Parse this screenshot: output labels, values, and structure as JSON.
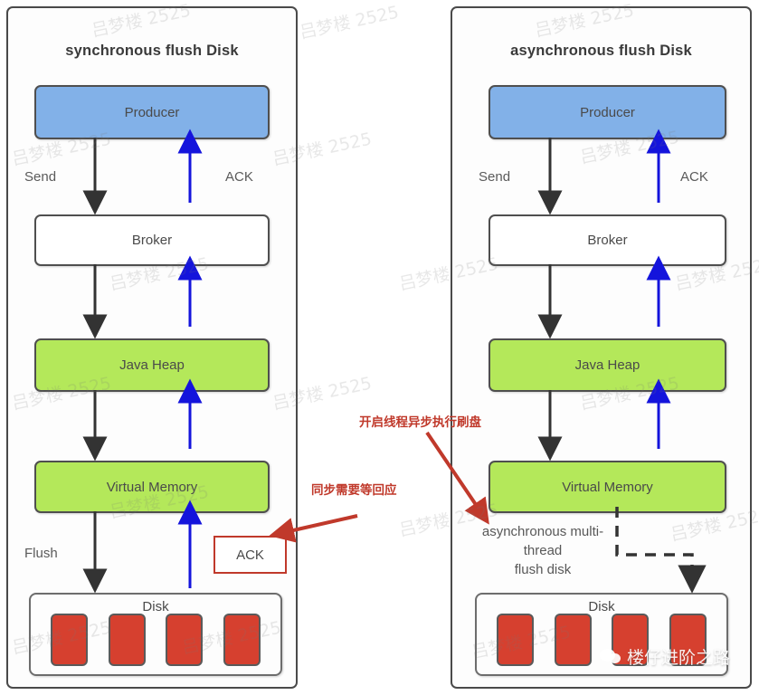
{
  "panels": [
    {
      "id": "synchronous",
      "title": "synchronous flush Disk",
      "nodes": [
        {
          "name": "producer",
          "label": "Producer",
          "color": "#82b1e8"
        },
        {
          "name": "broker",
          "label": "Broker",
          "color": "#ffffff"
        },
        {
          "name": "java-heap",
          "label": "Java Heap",
          "color": "#b4e85a"
        },
        {
          "name": "virtual-memory",
          "label": "Virtual Memory",
          "color": "#b4e85a"
        },
        {
          "name": "disk",
          "label": "Disk",
          "color": "#fdfdfd"
        }
      ],
      "disk_block_count": 4,
      "edge_labels": {
        "send": "Send",
        "ack": "ACK",
        "flush": "Flush"
      },
      "ack_box_label": "ACK"
    },
    {
      "id": "asynchronous",
      "title": "asynchronous flush Disk",
      "nodes": [
        {
          "name": "producer",
          "label": "Producer",
          "color": "#82b1e8"
        },
        {
          "name": "broker",
          "label": "Broker",
          "color": "#ffffff"
        },
        {
          "name": "java-heap",
          "label": "Java Heap",
          "color": "#b4e85a"
        },
        {
          "name": "virtual-memory",
          "label": "Virtual Memory",
          "color": "#b4e85a"
        },
        {
          "name": "disk",
          "label": "Disk",
          "color": "#fdfdfd"
        }
      ],
      "disk_block_count": 4,
      "edge_labels": {
        "send": "Send",
        "ack": "ACK"
      },
      "async_note": "asynchronous multi-\nthread\nflush disk"
    }
  ],
  "annotations": {
    "sync_note": "同步需要等回应",
    "async_note": "开启线程异步执行刷盘"
  },
  "watermarks": {
    "text": "吕梦楼 2525",
    "brand": "楼仔进阶之路"
  },
  "colors": {
    "blue_node": "#82b1e8",
    "green_node": "#b4e85a",
    "disk_block_red": "#d6402f",
    "annotation_red": "#c0392b",
    "ack_arrow_blue": "#1414dc",
    "flow_arrow_dark": "#333333",
    "panel_border": "#4a4a4a"
  }
}
